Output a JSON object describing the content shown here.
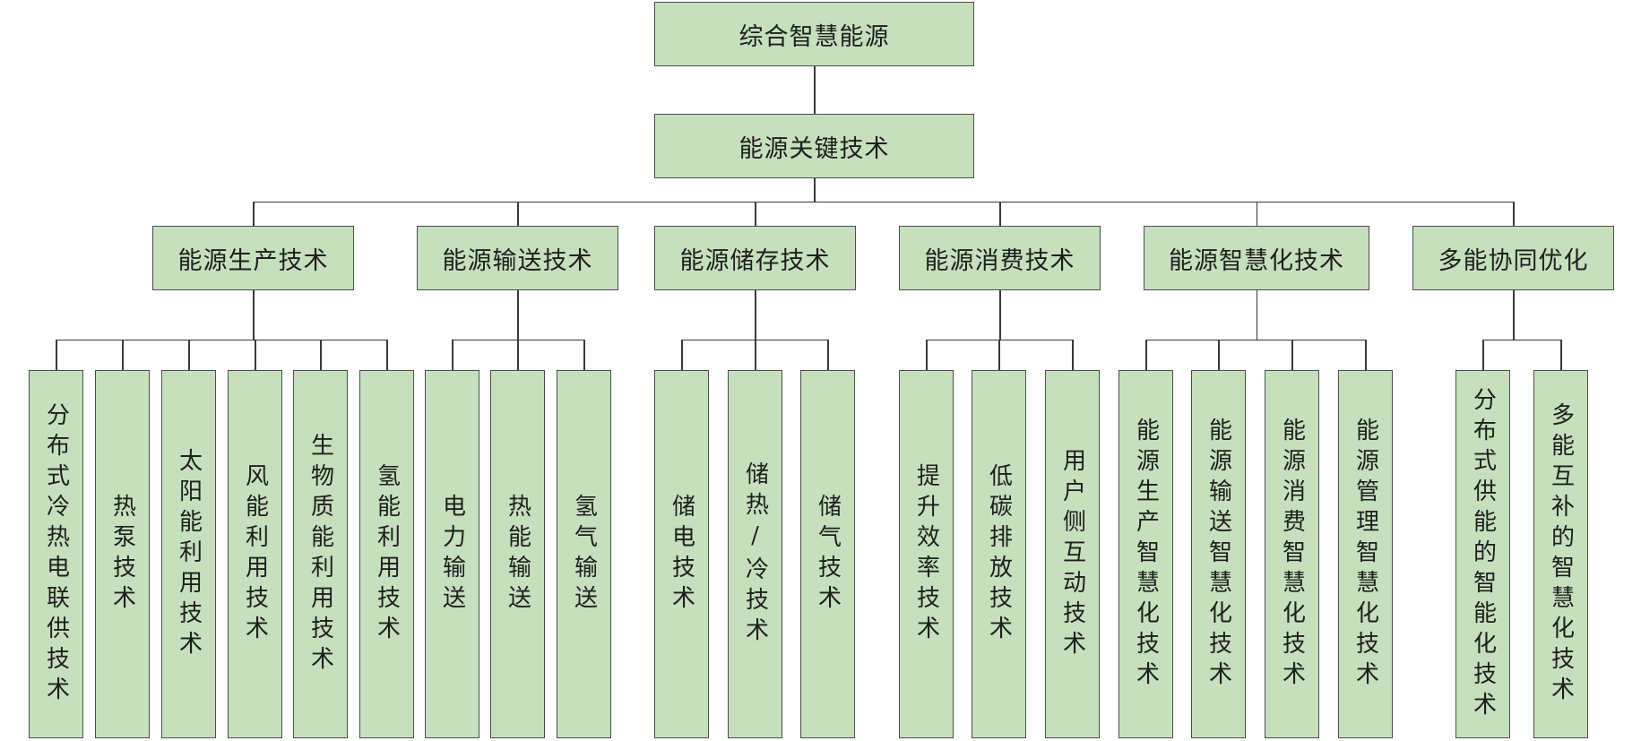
{
  "root": "综合智慧能源",
  "hub": "能源关键技术",
  "categories": [
    {
      "label": "能源生产技术",
      "children": [
        "分布式冷热电联供技术",
        "热泵技术",
        "太阳能利用技术",
        "风能利用技术",
        "生物质能利用技术",
        "氢能利用技术"
      ]
    },
    {
      "label": "能源输送技术",
      "children": [
        "电力输送",
        "热能输送",
        "氢气输送"
      ]
    },
    {
      "label": "能源储存技术",
      "children": [
        "储电技术",
        "储热/冷技术",
        "储气技术"
      ]
    },
    {
      "label": "能源消费技术",
      "children": [
        "提升效率技术",
        "低碳排放技术",
        "用户侧互动技术"
      ]
    },
    {
      "label": "能源智慧化技术",
      "children": [
        "能源生产智慧化技术",
        "能源输送智慧化技术",
        "能源消费智慧化技术",
        "能源管理智慧化技术"
      ]
    },
    {
      "label": "多能协同优化",
      "children": [
        "分布式供能的智能化技术",
        "多能互补的智慧化技术"
      ]
    }
  ]
}
